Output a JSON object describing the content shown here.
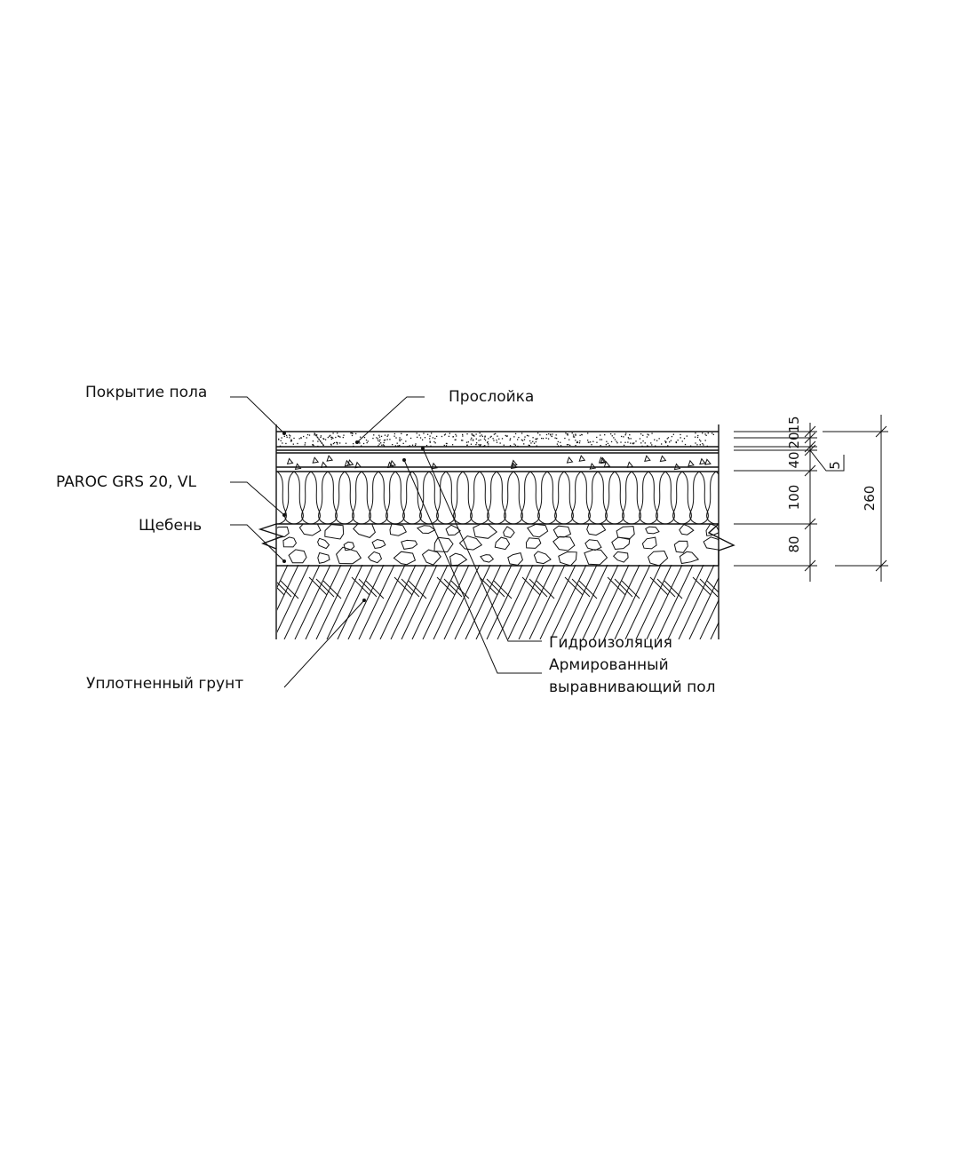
{
  "labels": {
    "floor_covering": "Покрытие пола",
    "interlayer": "Прослойка",
    "insulation": "PAROC GRS 20, VL",
    "gravel": "Щебень",
    "waterproofing": "Гидроизоляция",
    "screed_line1": "Армированный",
    "screed_line2": "выравнивающий пол",
    "soil": "Уплотненный грунт"
  },
  "dimensions": {
    "d15": "15",
    "d20": "20",
    "d40": "40",
    "d5": "5",
    "d100": "100",
    "d80": "80",
    "total": "260"
  }
}
